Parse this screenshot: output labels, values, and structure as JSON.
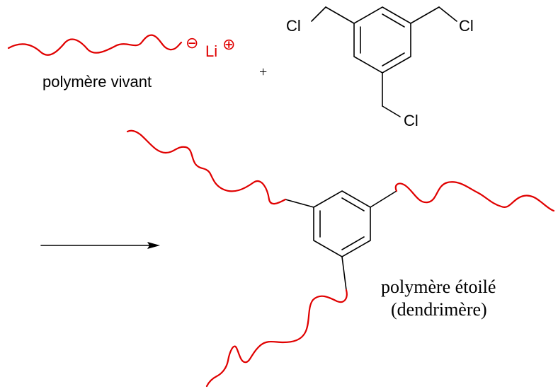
{
  "reactants": {
    "living_polymer_caption": "polymère vivant",
    "counter_ion": "Li",
    "anion_sign": "⊖",
    "cation_sign": "⊕",
    "plus_sign": "+",
    "halide_atom_1": "Cl",
    "halide_atom_2": "Cl",
    "halide_atom_3": "Cl"
  },
  "product": {
    "caption_line_1": "polymère étoilé",
    "caption_line_2": "(dendrimère)"
  },
  "colors": {
    "polymer_chain": "#e00000",
    "counter_ion": "#e00000",
    "bonds": "#000000"
  }
}
